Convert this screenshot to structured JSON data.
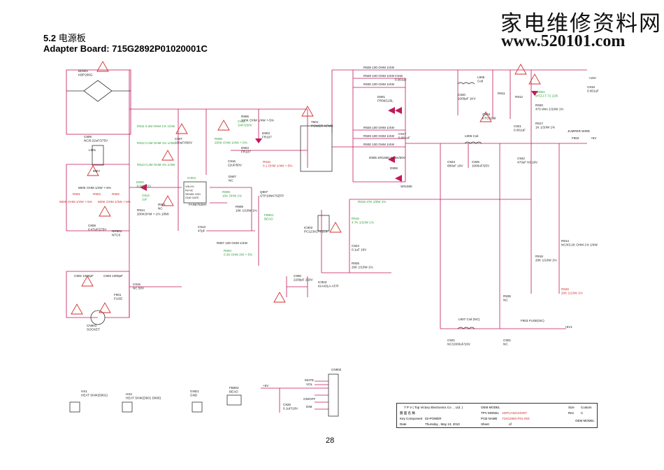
{
  "header": {
    "section_num": "5.2",
    "section_title": "电源板",
    "board": "Adapter Board: 715G2892P01020001C"
  },
  "watermark": {
    "cn": "家电维修资料网",
    "url": "www.520101.com"
  },
  "page_number": "28",
  "colors": {
    "wire": "#c2185b",
    "green_label": "#2e9d3a",
    "red_label": "#d32f2f",
    "warning": "#d32f2f"
  },
  "labels": {
    "bd": "BD901\nKBP206G",
    "c909": "C909\nNC/0.22uF/275V",
    "l901": "L901",
    "l901b": "8MH",
    "r_top": "680K OHM 1/4W +-5%",
    "r_left": "680K OHM 1/4W +-5%",
    "r_mid": "680K OHM 1/4W +-5%",
    "r901": "R901",
    "r902": "R902",
    "r903": "R903",
    "c908": "C908\n0.47uF/275V",
    "nr901": "NR901\nNTC8",
    "c902": "C902 1000pF",
    "c903": "C903 1000pF",
    "f901": "F901\nFUSE",
    "cn901": "CN901\nSOCKET",
    "r911": "R911 0.2M OHM 1% 1/4W",
    "r912": "R912 0.2M OHM 1% 1/4W",
    "r913": "R913 0.2M OHM 1% 1/4W",
    "c907": "C907\n100uF/450V",
    "c915": "C915\nNC 50V",
    "r905": "R905\n200K OHM 1/4W +-5%",
    "c911": "C911\n1NF/250V",
    "r906": "R906\n100K OHM 1/4W +-5%",
    "d903": "D903\nFR107",
    "d904": "D904\nFR107",
    "t901": "T901\nPOWER XFMR",
    "ic901": "IC901",
    "ic901_name": "FAN6752MY",
    "ic901_pins": "VIN  HV\nFB   NC\nSENSE VDD\nGND  GATE",
    "d902": "D902\nJUMP_D5",
    "c912": "C912\n1uF",
    "r914": "R914\n200KOHM +-1% 1/8W",
    "r921": "R921\nNC",
    "c913": "C913\n47pF",
    "c916": "C916\n22uF/50V",
    "r910": "R910\n0.1 OHM 1/4W +-5%",
    "d907": "D907\nNC",
    "r908": "R908\n10K OHM 1%",
    "q907": "Q907\nSTP10NK70ZFP",
    "fb901": "FB901\nBEAD",
    "r909": "R909\n10K 1/10W 1%",
    "r907": "R907 100 OHM 1/4W",
    "r904": "R904\n0.36 OHM 2W +-5%",
    "r928": "R928  100 OHM 1/4W",
    "r929": "R929  100 OHM 1/4W",
    "r930": "R930  100 OHM 1/4W",
    "c918": "C918\n0.001uF",
    "d901": "D901\nFR06/125L",
    "c917": "C917\n0.001uF",
    "d905": "D905  SR1560-44 5K/60V",
    "d906": "D906",
    "sr1060": "SR1060",
    "l905": "L905\nCoil",
    "c920": "C920\n1000pF 1KV",
    "r911b": "R911",
    "r912b": "R912",
    "q904": "Q904\nKTC3198",
    "c921": "C921\n0.001uF",
    "zd901": "ZD901\nMTZJ-T-72 22B",
    "r920": "R920\n470 ohm 1/10W 1%",
    "r917": "R917\n1K 1/10W 1%",
    "plus16v": "+16V",
    "c919": "C919\n0.001uF",
    "l906": "L906  Coil",
    "c923": "C923\n680uF 16V",
    "c925": "C925\n1000uF/25V",
    "c922": "C922\n470uF NC16V",
    "jumper": "JUMPER WIRE",
    "f902": "F902",
    "plus5v": "+5V",
    "r918": "R918  47K 1/8W 1%",
    "r915": "R915\n4.7K 1/10W 1%",
    "ic902": "IC902\nPC123X2YFZOF",
    "c924": "C924\n0.1uF 16V",
    "r925": "R925\n20K 1/10W 1%",
    "ic903": "IC903\nKIA431A-AT/P",
    "c900": "C900\n2200pF 250V",
    "r914b": "R914\nNC/43.2K OHM 1% 1/4W",
    "r916": "R916\n20K 1/10W 1%",
    "r926": "R926\n20K 1/10W 1%",
    "r935": "R935\nNC",
    "l907": "L907  Coil (NC)",
    "f903": "F903  FUSE(NC)",
    "plus5v1": "+5V1",
    "c921b": "C921\nNC/1000uF/16V",
    "c901": "C901\nNC",
    "hs1": "HS1\nHEAT SINK(D901)",
    "hs2": "HS2\nHEAT SINK(D901 D906)",
    "gnd1": "GND1\nGND",
    "fb902": "FB902\nBEAD",
    "plus5v_b": "+5V",
    "cn902": "CN902",
    "mute": "MUTE",
    "vol": "VOL",
    "onoff": "ON/OFF",
    "dim": "DIM",
    "c926": "C926\n0.1uF/16V"
  },
  "title_block": {
    "company": "T P V  ( Top  Victory  Electronics  Co . , Ltd. )",
    "oem_model_label": "OEM MODEL",
    "size_label": "Size",
    "size_value": "Custom",
    "key_comp_label": "Key Component",
    "drawing_label": "圖 面 名 稱",
    "tpv_model_label": "TPV MODEL",
    "tpv_model_value": "ADPCA9410X007",
    "rev_label": "Rev",
    "rev_value": "C",
    "key_comp_value": "02-POWER",
    "pcb_name_label": "PCB NAME",
    "pcb_name_value": "715G2892-P01-003",
    "oem_model2": "OEM MODEL",
    "date_label": "Date",
    "date_value": "Thursday , May 13, 2010",
    "sheet_label": "Sheet",
    "of_label": "of"
  }
}
